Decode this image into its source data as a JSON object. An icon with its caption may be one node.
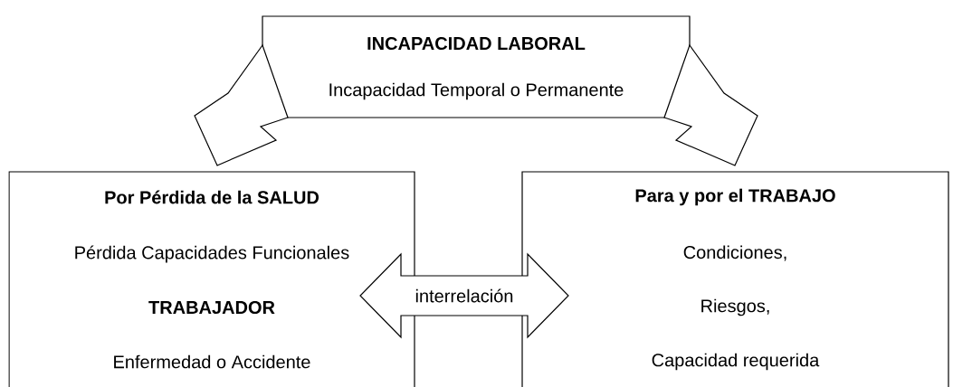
{
  "diagram": {
    "nodes": [
      {
        "text": [
          "INCAPACIDAD LABORAL",
          "Incapacidad Temporal o Permanente"
        ]
      },
      {
        "text": [
          "Por Pérdida de la SALUD",
          "Pérdida Capacidades Funcionales",
          "TRABAJADOR",
          "Enfermedad o Accidente"
        ]
      },
      {
        "text": [
          "Para y por el TRABAJO",
          "Condiciones,",
          "Riesgos,",
          "Capacidad requerida"
        ]
      }
    ],
    "edges": [
      {
        "from": 0,
        "to": 1,
        "arrow": "to"
      },
      {
        "from": 0,
        "to": 2,
        "arrow": "to"
      },
      {
        "from": 1,
        "to": 2,
        "arrow": "both",
        "label": "interrelación"
      }
    ]
  }
}
